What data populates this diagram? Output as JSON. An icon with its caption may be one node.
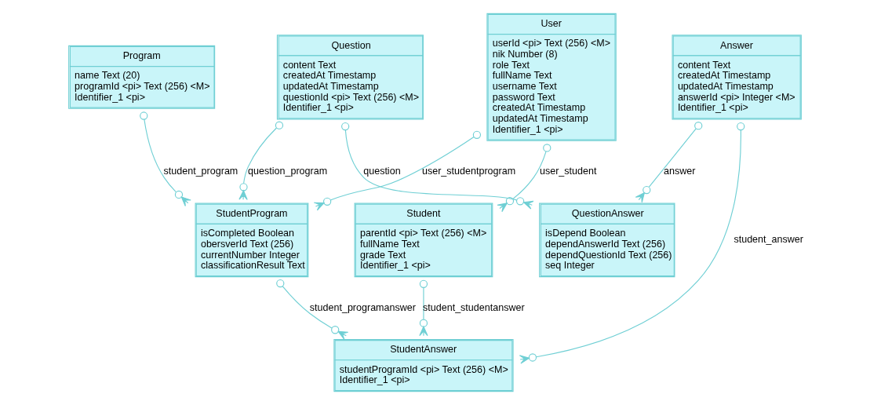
{
  "diagram": {
    "nodes": [
      {
        "text": [
          "StudentAnswer",
          "studentProgramId <pi> Text (256) <M>",
          "Identifier_1 <pi>"
        ]
      },
      {
        "text": [
          "QuestionAnswer",
          "isDepend Boolean",
          "dependAnswerId Text (256)",
          "dependQuestionId Text (256)",
          "seq Integer"
        ]
      },
      {
        "text": [
          "StudentProgram",
          "isCompleted Boolean",
          "obersverId Text (256)",
          "currentNumber Integer",
          "classificationResult Text"
        ]
      },
      {
        "text": [
          "Student",
          "parentId <pi> Text (256) <M>",
          "fullName Text",
          "grade Text",
          "Identifier_1 <pi>"
        ]
      },
      {
        "text": [
          "Program",
          "name Text (20)",
          "programId <pi> Text (256) <M>",
          "Identifier_1 <pi>"
        ]
      },
      {
        "text": [
          "Question",
          "content Text",
          "createdAt Timestamp",
          "updatedAt Timestamp",
          "questionId <pi> Text (256) <M>",
          "Identifier_1 <pi>"
        ]
      },
      {
        "text": [
          "User",
          "userId <pi> Text (256) <M>",
          "nik Number (8)",
          "role Text",
          "fullName Text",
          "username Text",
          "password Text",
          "createdAt Timestamp",
          "updatedAt Timestamp",
          "Identifier_1 <pi>"
        ]
      },
      {
        "text": [
          "Answer",
          "content Text",
          "createdAt Timestamp",
          "updatedAt Timestamp",
          "answerId <pi> Integer <M>",
          "Identifier_1 <pi>"
        ]
      }
    ],
    "edges": [
      {
        "from": 2,
        "to": 0,
        "arrow": "other",
        "label": "student_programanswer"
      },
      {
        "from": 3,
        "to": 0,
        "arrow": "other",
        "label": "student_studentanswer"
      },
      {
        "from": 4,
        "to": 2,
        "arrow": "other",
        "label": "student_program"
      },
      {
        "from": 5,
        "to": 1,
        "arrow": "other",
        "label": "question"
      },
      {
        "from": 5,
        "to": 2,
        "arrow": "other",
        "label": "question_program"
      },
      {
        "from": 6,
        "to": 3,
        "arrow": "other",
        "label": "user_student"
      },
      {
        "from": 7,
        "to": 1,
        "arrow": "other",
        "label": "answer"
      },
      {
        "from": 6,
        "to": 2,
        "arrow": "other",
        "label": "user_studentprogram"
      },
      {
        "from": 7,
        "to": 0,
        "arrow": "other",
        "label": "student_answer"
      }
    ]
  }
}
